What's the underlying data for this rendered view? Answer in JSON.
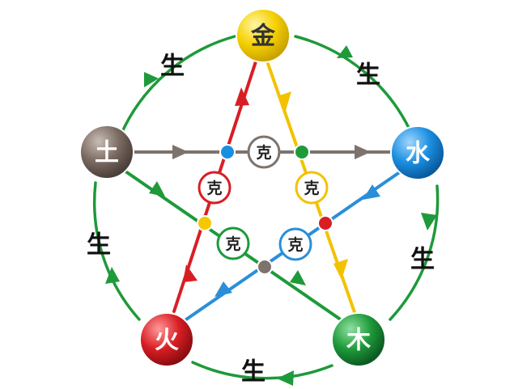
{
  "elements": {
    "metal": {
      "label": "金",
      "color": "#f5d000",
      "text_color": "#333333"
    },
    "water": {
      "label": "水",
      "color": "#1a8fe0",
      "text_color": "#ffffff"
    },
    "wood": {
      "label": "木",
      "color": "#1e9a3a",
      "text_color": "#ffffff"
    },
    "fire": {
      "label": "火",
      "color": "#d81e24",
      "text_color": "#ffffff"
    },
    "earth": {
      "label": "土",
      "color": "#7a6a62",
      "text_color": "#ffffff"
    }
  },
  "generating": {
    "label": "生",
    "color": "#1e9a3a",
    "cycle": [
      "earth",
      "metal",
      "water",
      "wood",
      "fire"
    ]
  },
  "controlling": {
    "label": "克",
    "line_colors": {
      "earth_to_water": "#7d736d",
      "metal_to_wood": "#f2c200",
      "water_to_fire": "#2a8fd8",
      "wood_to_earth": "#1e9a3a",
      "fire_to_metal": "#d81e24"
    },
    "junction_colors": {
      "top_left": "#1a8fe0",
      "top_right": "#1e9a3a",
      "right": "#d81e24",
      "bottom": "#7d736d",
      "left": "#f5c800"
    },
    "badge_colors": {
      "top": "#7d736d",
      "right_upper": "#f2c200",
      "right_lower": "#2a8fd8",
      "bottom_left": "#1e9a3a",
      "left_upper": "#d81e24"
    }
  }
}
